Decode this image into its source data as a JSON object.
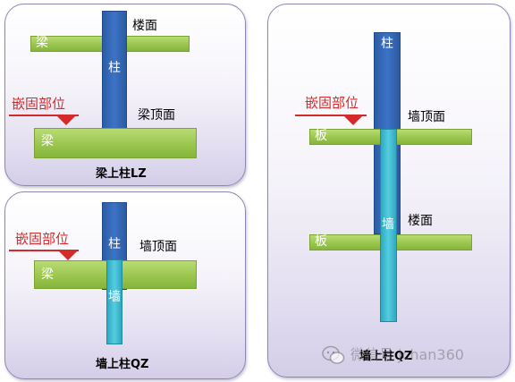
{
  "panel_beam": {
    "caption": "梁上柱LZ",
    "beam_top_label": "梁",
    "column_label": "柱",
    "floor_label": "楼面",
    "beam_top_surface_label": "梁顶面",
    "embed_label": "嵌固部位",
    "beam_bottom_label": "梁"
  },
  "panel_wall": {
    "caption": "墙上柱QZ",
    "column_label": "柱",
    "wall_top_label": "墙顶面",
    "embed_label": "嵌固部位",
    "beam_label": "梁",
    "wall_label": "墙"
  },
  "panel_right": {
    "caption": "墙上柱QZ",
    "column_label": "柱",
    "embed_label": "嵌固部位",
    "slab_top_label": "板",
    "wall_top_label": "墙顶面",
    "wall_label": "墙",
    "floor_label": "楼面",
    "slab_bottom_label": "板"
  },
  "watermark": {
    "text": "微信号 jchan360"
  },
  "colors": {
    "beam_green": "#9ac64f",
    "column_blue": "#3c73c6",
    "wall_cyan": "#55cde0",
    "embed_red": "#d42a2a",
    "panel_border": "#8e86b3"
  }
}
